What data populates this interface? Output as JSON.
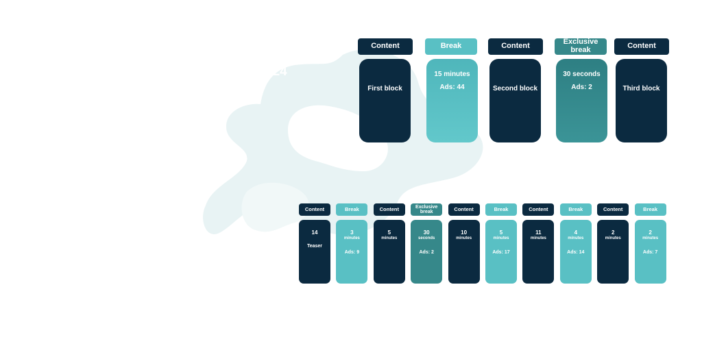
{
  "background": {
    "ghost_year_text": "024",
    "ghost_char": "o"
  },
  "colors": {
    "content": "#0b2a40",
    "break": "#59c0c4",
    "exclusive": "#36888a"
  },
  "large_row": [
    {
      "header": "Content",
      "kind": "content",
      "lines": [
        "First block"
      ]
    },
    {
      "header": "Break",
      "kind": "break",
      "lines": [
        "15 minutes",
        "Ads: 44"
      ]
    },
    {
      "header": "Content",
      "kind": "content",
      "lines": [
        "Second block"
      ]
    },
    {
      "header": "Exclusive break",
      "kind": "exclusive",
      "lines": [
        "30 seconds",
        "Ads: 2"
      ]
    },
    {
      "header": "Content",
      "kind": "content",
      "lines": [
        "Third block"
      ]
    }
  ],
  "small_row": [
    {
      "header": "Content",
      "kind": "content",
      "value": "14",
      "unit": "",
      "extra": "Teaser"
    },
    {
      "header": "Break",
      "kind": "break",
      "value": "3",
      "unit": "minutes",
      "extra": "Ads: 9"
    },
    {
      "header": "Content",
      "kind": "content",
      "value": "5",
      "unit": "minutes",
      "extra": ""
    },
    {
      "header": "Exclusive break",
      "kind": "exclusive",
      "value": "30",
      "unit": "seconds",
      "extra": "Ads: 2"
    },
    {
      "header": "Content",
      "kind": "content",
      "value": "10",
      "unit": "minutes",
      "extra": ""
    },
    {
      "header": "Break",
      "kind": "break",
      "value": "5",
      "unit": "minutes",
      "extra": "Ads: 17"
    },
    {
      "header": "Content",
      "kind": "content",
      "value": "11",
      "unit": "minutes",
      "extra": ""
    },
    {
      "header": "Break",
      "kind": "break",
      "value": "4",
      "unit": "minutes",
      "extra": "Ads: 14"
    },
    {
      "header": "Content",
      "kind": "content",
      "value": "2",
      "unit": "minutes",
      "extra": ""
    },
    {
      "header": "Break",
      "kind": "break",
      "value": "2",
      "unit": "minutes",
      "extra": "Ads: 7"
    }
  ]
}
